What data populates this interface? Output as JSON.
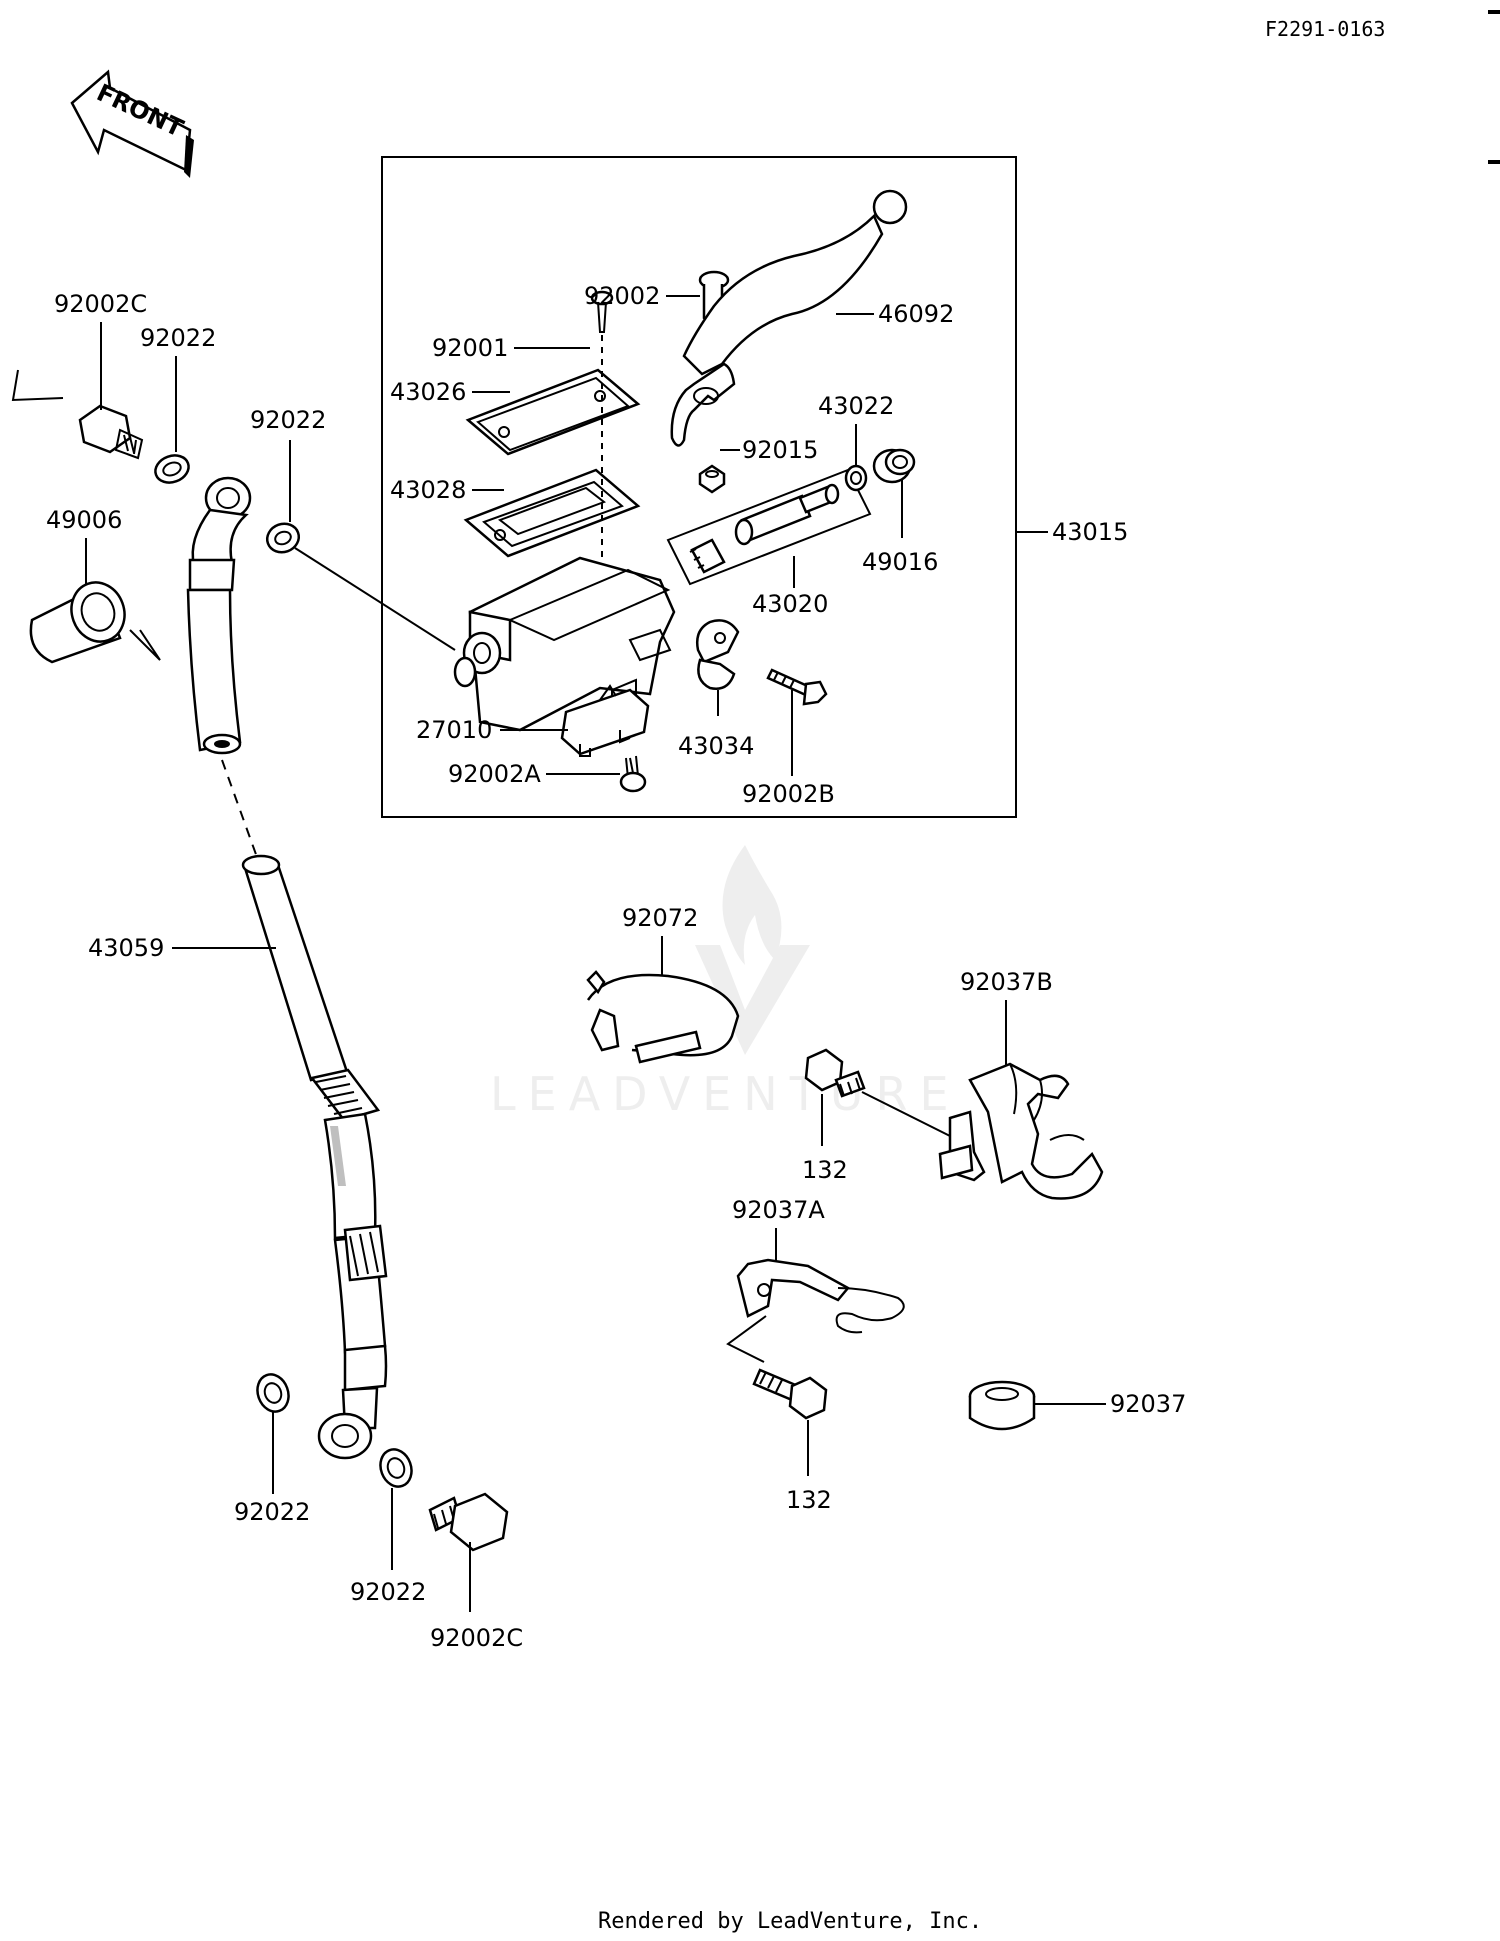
{
  "code": "F2291-0163",
  "front_arrow": {
    "text": "FRONT"
  },
  "footer": "Rendered by LeadVenture, Inc.",
  "watermark": {
    "text": "LEADVENTURE",
    "color": "#d9d9d9"
  },
  "labels": {
    "p92002C_top": "92002C",
    "p92022_a": "92022",
    "p92022_b": "92022",
    "p49006": "49006",
    "p92002": "92002",
    "p46092": "46092",
    "p92001": "92001",
    "p43026": "43026",
    "p43028": "43028",
    "p92015": "92015",
    "p43022": "43022",
    "p43015": "43015",
    "p49016": "49016",
    "p43020": "43020",
    "p27010": "27010",
    "p43034": "43034",
    "p92002A": "92002A",
    "p92002B": "92002B",
    "p43059": "43059",
    "p92072": "92072",
    "p92037B": "92037B",
    "p132_a": "132",
    "p92037A": "92037A",
    "p92037": "92037",
    "p132_b": "132",
    "p92022_c": "92022",
    "p92022_d": "92022",
    "p92002C_bottom": "92002C"
  }
}
